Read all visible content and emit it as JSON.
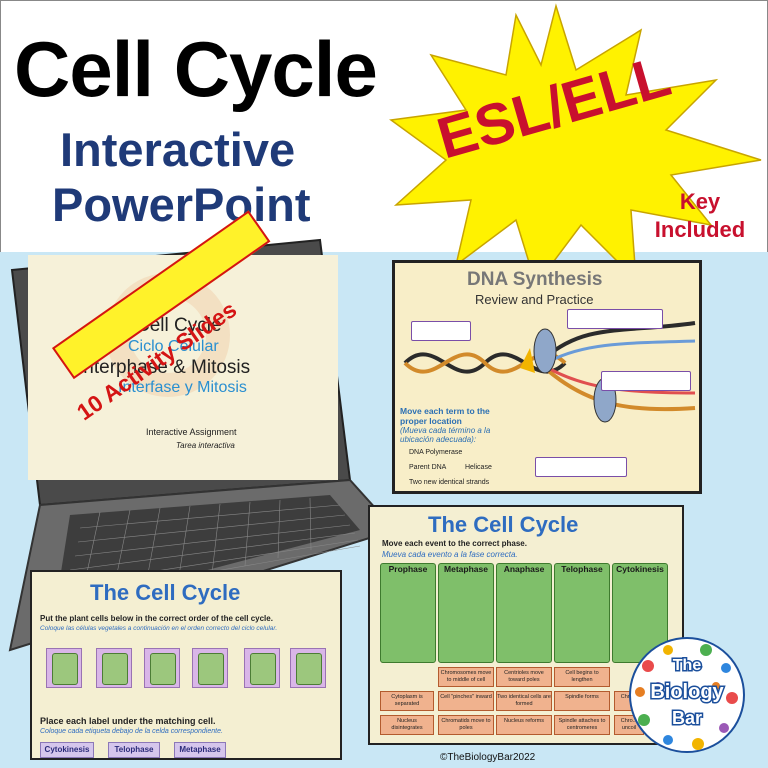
{
  "header": {
    "title": "Cell Cycle",
    "subtitle_line1": "Interactive",
    "subtitle_line2": "PowerPoint"
  },
  "burst": {
    "label": "ESL/ELL",
    "key_line1": "Key",
    "key_line2": "Included",
    "color_fill": "#fff200",
    "color_text": "#c8102e"
  },
  "laptop_slide": {
    "title": "The Cell Cycle",
    "title_es": "Ciclo Celular",
    "line2": "Interphase & Mitosis",
    "line2_es": "Interfase y Mitosis",
    "assignment": "Interactive Assignment",
    "assignment_es": "Tarea interactiva",
    "banner": "10 Activity Slides"
  },
  "dna_slide": {
    "title": "DNA Synthesis",
    "subtitle": "Review and Practice",
    "instruction": "Move each term to the proper location",
    "instruction_es": "(Mueva cada término a la ubicación adecuada):",
    "terms": [
      "DNA Polymerase",
      "Parent DNA",
      "Helicase",
      "Two new identical strands"
    ]
  },
  "cc_right": {
    "title": "The Cell Cycle",
    "instruction": "Move each event to the correct phase.",
    "instruction_es": "Mueva cada evento a la fase correcta.",
    "phases": [
      "Prophase",
      "Metaphase",
      "Anaphase",
      "Telophase",
      "Cytokinesis"
    ],
    "events": [
      "Chromosomes move to middle of cell",
      "Centrioles move toward poles",
      "Cell begins to lengthen",
      "Cytoplasm is separated",
      "Cell \"pinches\" inward",
      "Two identical cells are formed",
      "Spindle forms",
      "Chro...",
      "Nucleus disintegrates",
      "Chromatids move to poles",
      "Nucleus reforms",
      "Spindle attaches to centromeres",
      "Chro... uncoil"
    ]
  },
  "cc_left": {
    "title": "The Cell Cycle",
    "instruction": "Put the plant cells below in the correct order of the cell cycle.",
    "instruction_es": "Coloque las células vegetales a continuación en el orden correcto del ciclo celular.",
    "label_instruction": "Place each label under the matching cell.",
    "label_instruction_es": "Coloque cada etiqueta debajo de la celda correspondiente.",
    "labels": [
      "Cytokinesis",
      "Telophase",
      "Metaphase"
    ]
  },
  "logo": {
    "line1": "The",
    "line2": "Biology",
    "line3": "Bar"
  },
  "footer": {
    "copyright": "©TheBiologyBar2022"
  }
}
